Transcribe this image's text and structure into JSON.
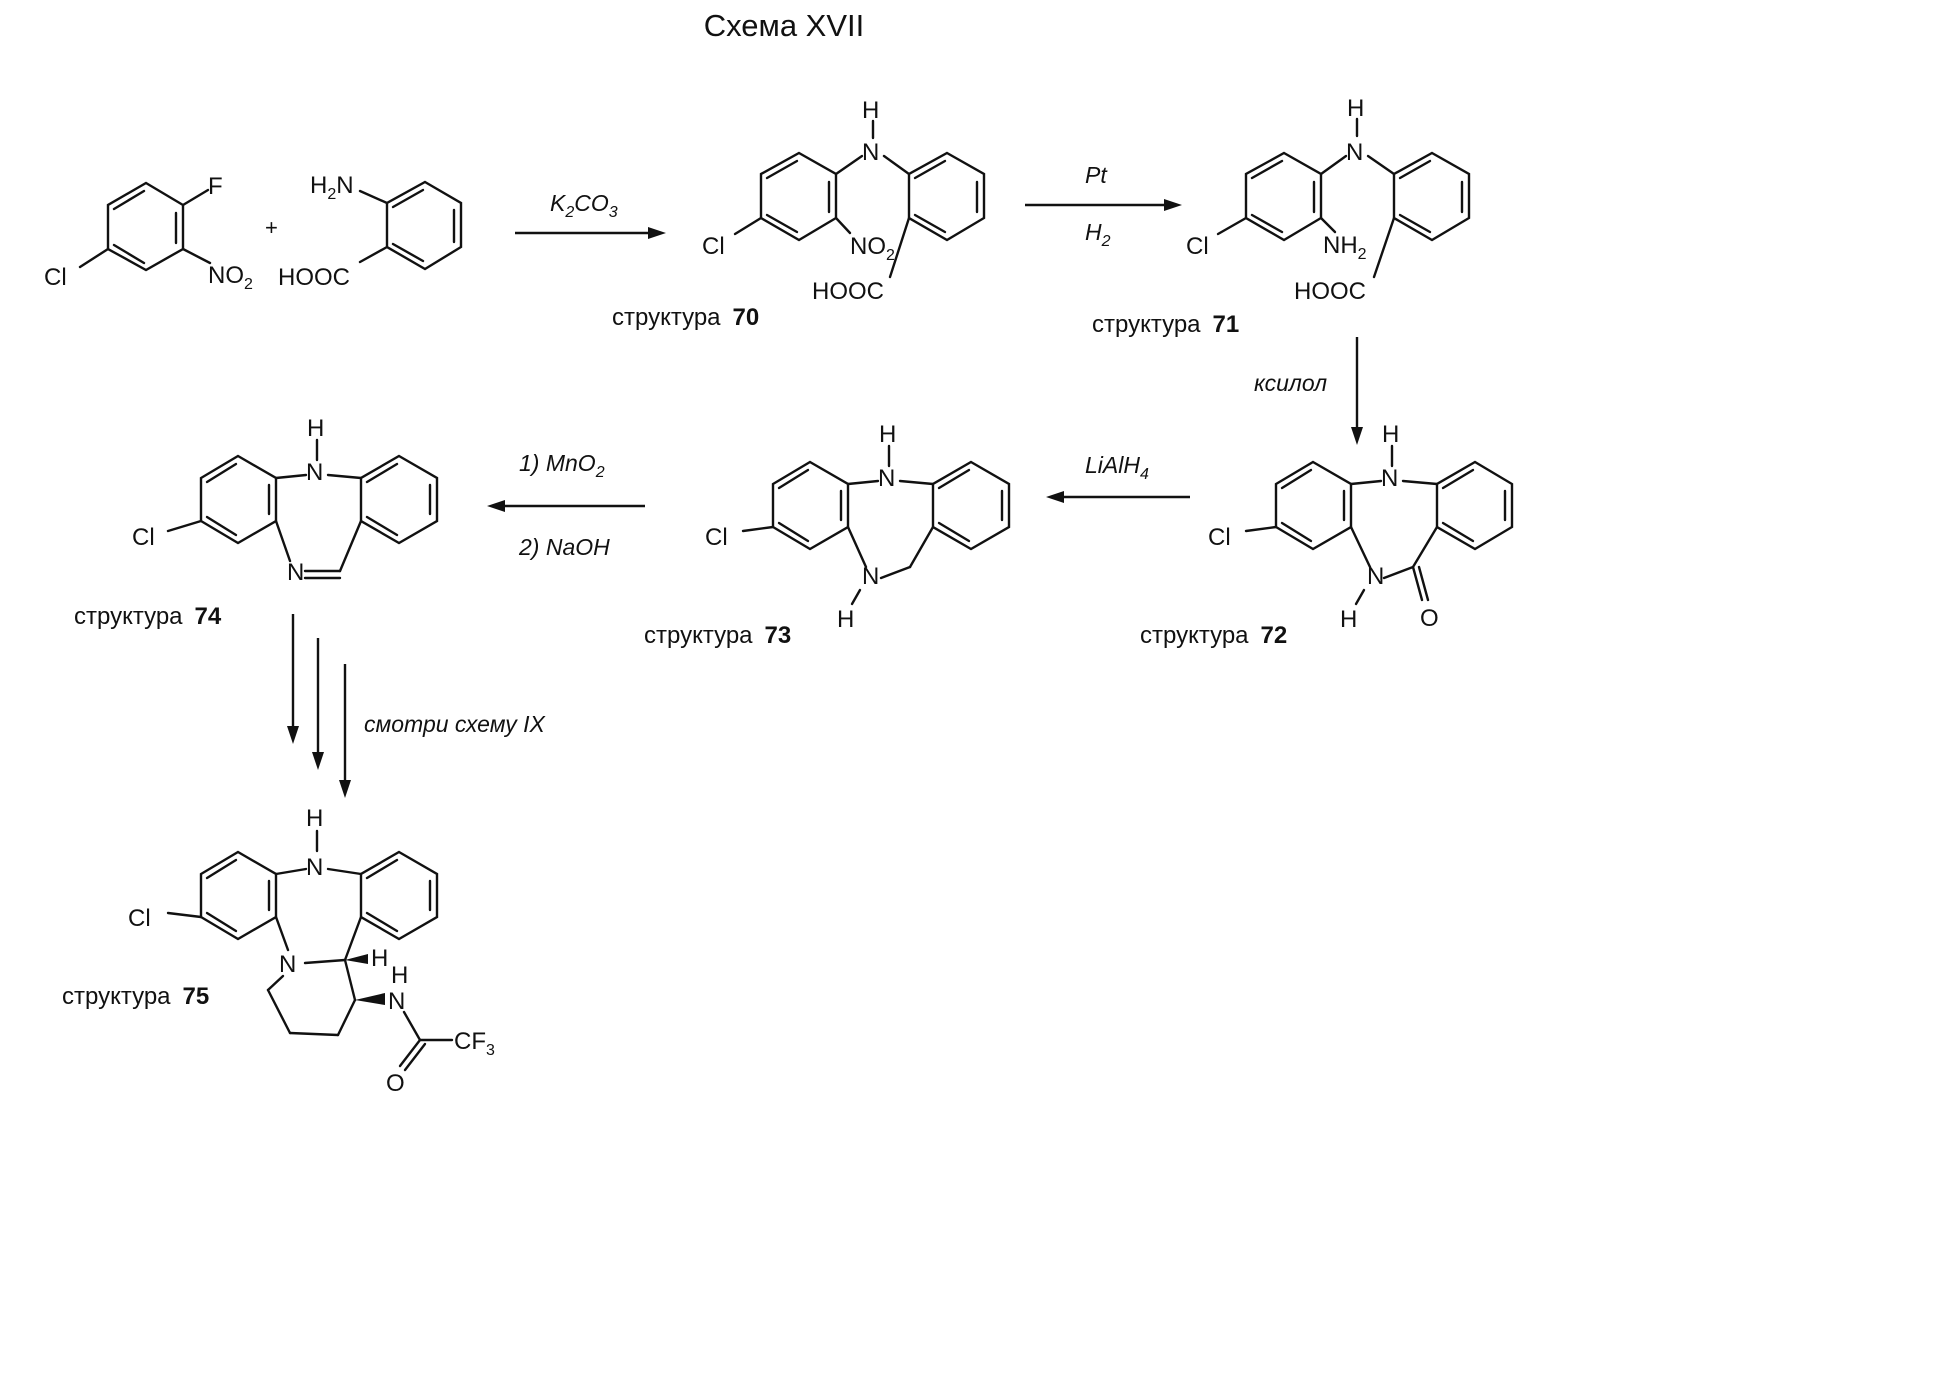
{
  "title": "Схема XVII",
  "structure_word": "структура",
  "structures": [
    {
      "id": "s70",
      "number": "70"
    },
    {
      "id": "s71",
      "number": "71"
    },
    {
      "id": "s72",
      "number": "72"
    },
    {
      "id": "s73",
      "number": "73"
    },
    {
      "id": "s74",
      "number": "74"
    },
    {
      "id": "s75",
      "number": "75"
    }
  ],
  "conditions": {
    "r1_top": "K",
    "r1_top_sub1": "2",
    "r1_top_mid": "CO",
    "r1_top_sub2": "3",
    "r2_top": "Pt",
    "r2_bottom": "H",
    "r2_bottom_sub": "2",
    "r3": "ксилол",
    "r4": "LiAlH",
    "r4_sub": "4",
    "r5_line1": "1) MnO",
    "r5_line1_sub": "2",
    "r5_line2": "2) NaOH",
    "r6": "смотри схему IX"
  },
  "plus": "+"
}
